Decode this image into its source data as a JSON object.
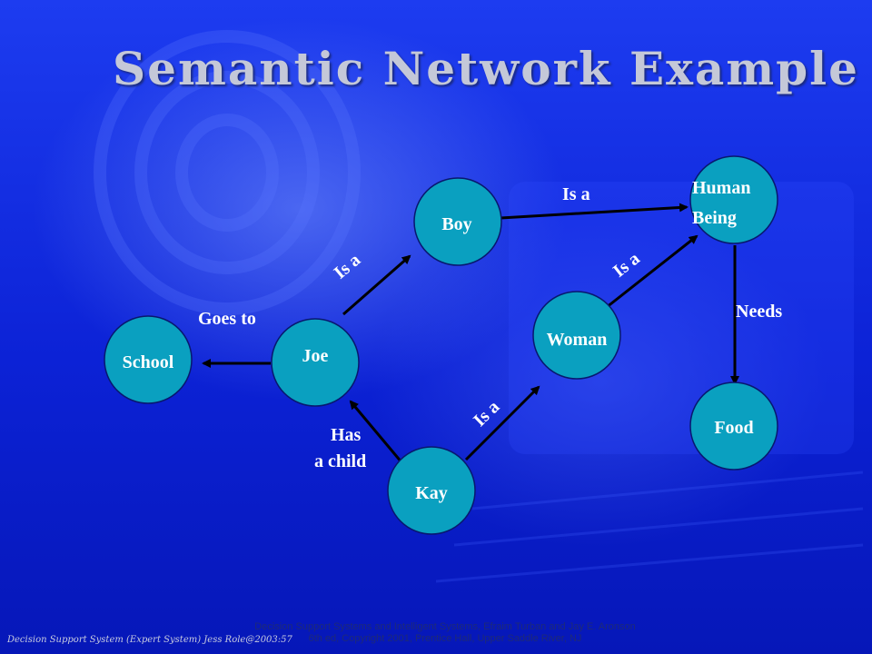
{
  "title": "Semantic Network Example",
  "nodes": {
    "school": "School",
    "joe": "Joe",
    "boy": "Boy",
    "human_being_line1": "Human",
    "human_being_line2": "Being",
    "woman": "Woman",
    "kay": "Kay",
    "food": "Food"
  },
  "edges": {
    "goes_to": "Goes to",
    "joe_is_a": "Is a",
    "boy_is_a": "Is a",
    "woman_is_a": "Is a",
    "kay_is_a": "Is a",
    "needs": "Needs",
    "has_child_line1": "Has",
    "has_child_line2": "a child"
  },
  "footer": {
    "credit_line1": "Decision Support Systems and Intelligent Systems, Efraim Turban and Jay E. Aronson",
    "credit_line2": "6th ed, Copyright 2001, Prentice Hall, Upper Saddle River, NJ",
    "strip": "Decision Support System (Expert System) Jess Role@2003:57"
  },
  "colors": {
    "node_fill": "#0aa0c0",
    "edge": "#000000",
    "background": "#0a1fd8"
  }
}
